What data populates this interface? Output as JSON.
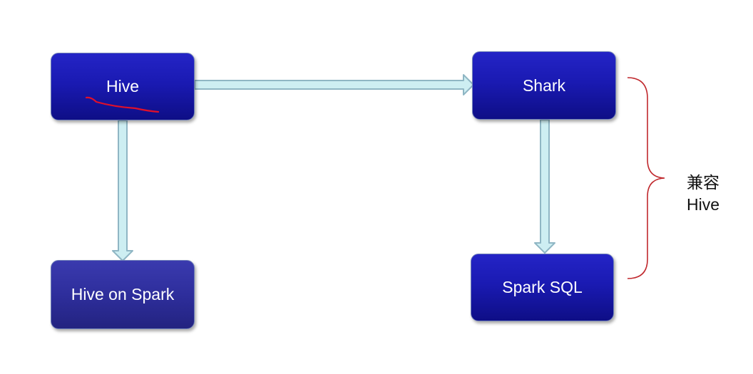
{
  "nodes": {
    "hive": "Hive",
    "hive_on_spark": "Hive on Spark",
    "shark": "Shark",
    "spark_sql": "Spark SQL"
  },
  "annotation": {
    "line1": "兼容",
    "line2": "Hive"
  },
  "colors": {
    "node_fill": "#1a1ab2",
    "node_fill_soft": "#2e2e9c",
    "arrow_fill": "#cdeef2",
    "arrow_stroke": "#8fb6c4",
    "bracket": "#c0282d",
    "scribble": "#e0102a"
  }
}
